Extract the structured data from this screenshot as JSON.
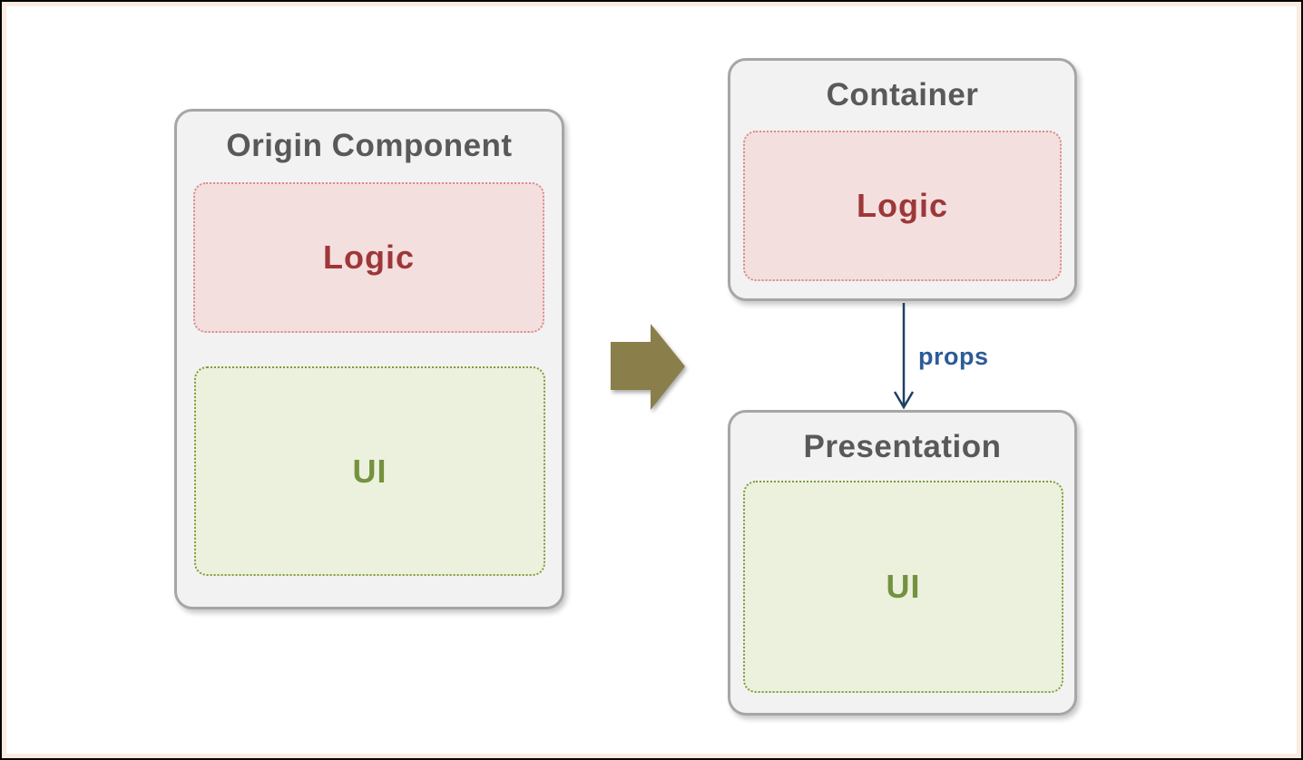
{
  "origin": {
    "title": "Origin Component",
    "logic_label": "Logic",
    "ui_label": "UI"
  },
  "container": {
    "title": "Container",
    "logic_label": "Logic"
  },
  "presentation": {
    "title": "Presentation",
    "ui_label": "UI"
  },
  "arrow": {
    "props_label": "props"
  },
  "icons": {
    "transform_arrow": "right-arrow-icon",
    "props_flow": "down-arrow-icon"
  },
  "colors": {
    "panel-fill": "#f2f2f2",
    "panel-border": "#a6a6a6",
    "panel-title": "#595959",
    "logic-fill": "#f4dfdf",
    "logic-border": "#d98b8b",
    "logic-text": "#9e3738",
    "ui-fill": "#ebf1dd",
    "ui-border": "#7f9c3b",
    "ui-text": "#74923e",
    "big-arrow": "#8a7f4a",
    "flow-arrow": "#1f4064",
    "props-text": "#2d5b97",
    "frame-outer": "#000000",
    "frame-inner": "#fcebe0"
  }
}
